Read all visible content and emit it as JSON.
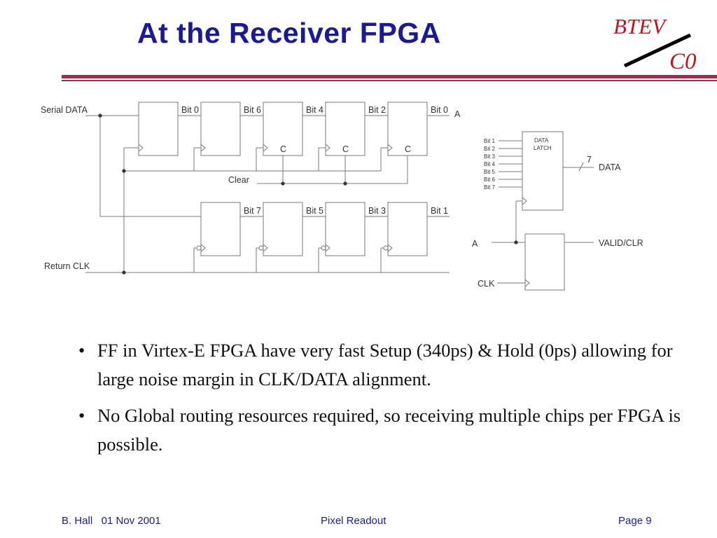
{
  "title": "At the Receiver FPGA",
  "logo": {
    "top": "BTEV",
    "bottom": "C0"
  },
  "circuit": {
    "serial_data": "Serial DATA",
    "return_clk": "Return CLK",
    "clear": "Clear",
    "c": "C",
    "top_bits": [
      "Bit 0",
      "Bit 6",
      "Bit 4",
      "Bit 2",
      "Bit 0"
    ],
    "bottom_bits": [
      "Bit 7",
      "Bit 5",
      "Bit 3",
      "Bit 1"
    ],
    "a_label": "A",
    "latch_inputs": [
      "Bit 1",
      "Bit 2",
      "Bit 3",
      "Bit 4",
      "Bit 5",
      "Bit 6",
      "Bit 7"
    ],
    "latch_name_1": "DATA",
    "latch_name_2": "LATCH",
    "bus_width": "7",
    "data_out": "DATA",
    "valid_clr": "VALID/CLR",
    "clk": "CLK"
  },
  "bullets": [
    "FF in Virtex-E FPGA have very fast Setup (340ps) & Hold (0ps) allowing for large noise margin in CLK/DATA alignment.",
    "No Global routing resources required, so receiving multiple chips per FPGA is possible."
  ],
  "bullet_symbol": "•",
  "footer": {
    "left": "B. Hall   01 Nov 2001",
    "center": "Pixel Readout",
    "right": "Page 9"
  },
  "colors": {
    "title": "#1a1a99",
    "rule": "#a32b48",
    "logo": "#c0141e"
  }
}
